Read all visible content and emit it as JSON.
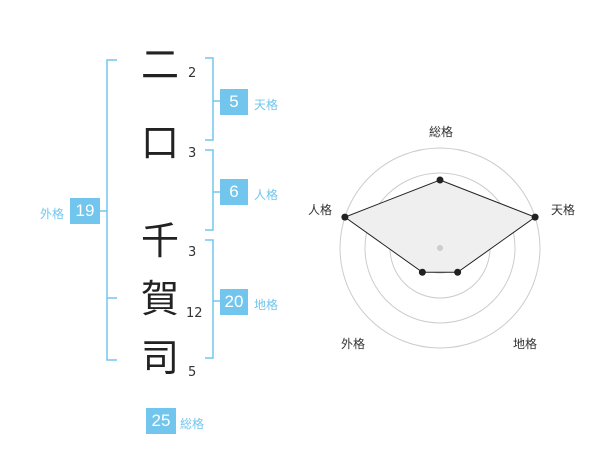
{
  "name": {
    "characters": [
      {
        "char": "二",
        "strokes": "2"
      },
      {
        "char": "口",
        "strokes": "3"
      },
      {
        "char": "千",
        "strokes": "3"
      },
      {
        "char": "賀",
        "strokes": "12"
      },
      {
        "char": "司",
        "strokes": "5"
      }
    ]
  },
  "fortune": {
    "tenkaku": {
      "label": "天格",
      "value": "5"
    },
    "jinkaku": {
      "label": "人格",
      "value": "6"
    },
    "chikaku": {
      "label": "地格",
      "value": "20"
    },
    "gaikaku": {
      "label": "外格",
      "value": "19"
    },
    "soukaku": {
      "label": "総格",
      "value": "25"
    }
  },
  "radar": {
    "axes": [
      "総格",
      "天格",
      "地格",
      "外格",
      "人格"
    ],
    "values": [
      0.68,
      1.0,
      0.3,
      0.3,
      1.0
    ],
    "max": 1.0,
    "rings": 4
  },
  "colors": {
    "accent": "#72c6ee",
    "radar_fill": "#efefef",
    "ring": "#cccccc"
  }
}
